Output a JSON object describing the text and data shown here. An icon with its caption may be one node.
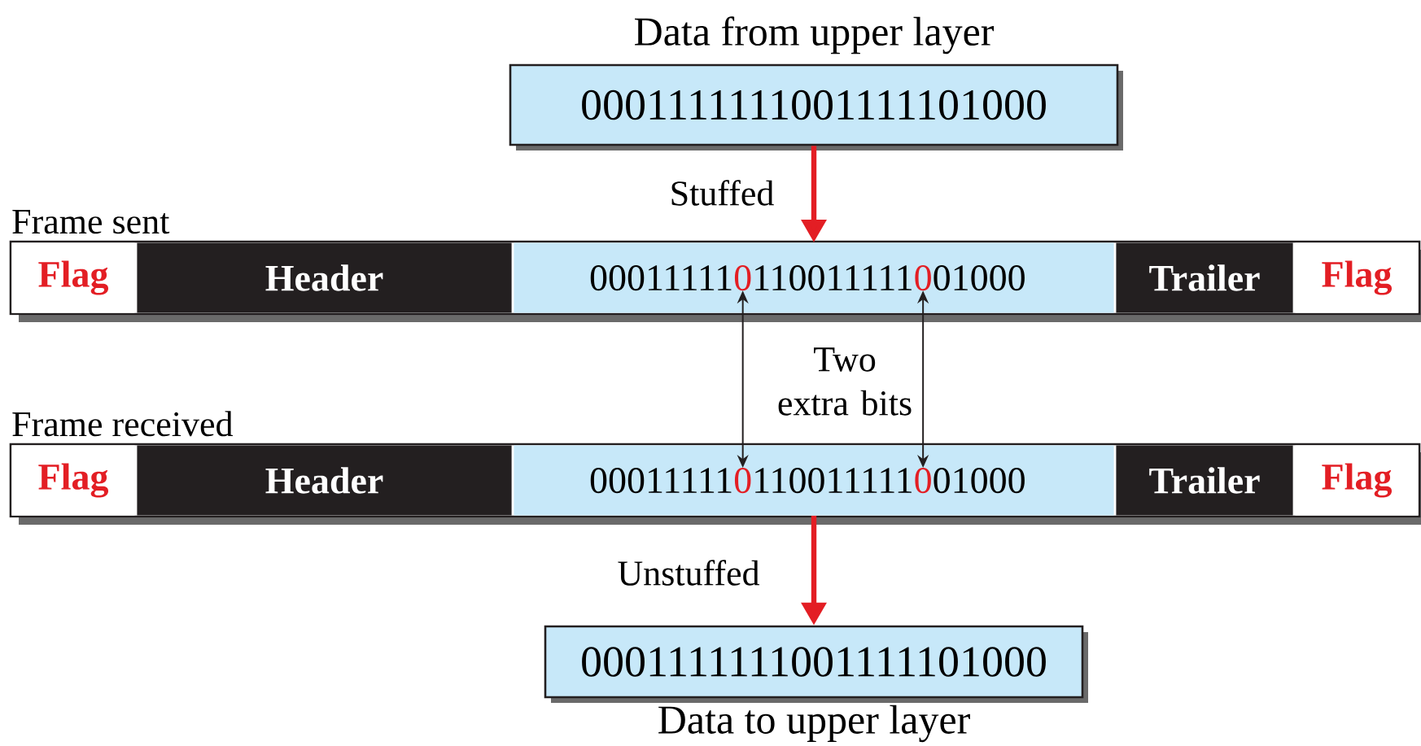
{
  "diagram": {
    "nodes": [
      {
        "text": [
          "0001111111001111101000"
        ],
        "beside": [
          "Data from upper layer"
        ]
      },
      {
        "text": [
          "Frame sent"
        ]
      },
      {
        "text": [
          "Flag"
        ],
        "in": 1
      },
      {
        "text": [
          "Header"
        ],
        "in": 1
      },
      {
        "text": [
          "00011111",
          "110011111",
          "01000"
        ],
        "in": 1
      },
      {
        "text": [
          "0"
        ],
        "in": 4
      },
      {
        "text": [
          "0"
        ],
        "in": 4
      },
      {
        "text": [
          "Trailer"
        ],
        "in": 1
      },
      {
        "text": [
          "Flag"
        ],
        "in": 1
      },
      {
        "text": [
          "Frame received"
        ]
      },
      {
        "text": [
          "Flag"
        ],
        "in": 9
      },
      {
        "text": [
          "Header"
        ],
        "in": 9
      },
      {
        "text": [
          "00011111",
          "110011111",
          "01000"
        ],
        "in": 9
      },
      {
        "text": [
          "0"
        ],
        "in": 12
      },
      {
        "text": [
          "0"
        ],
        "in": 12
      },
      {
        "text": [
          "Trailer"
        ],
        "in": 9
      },
      {
        "text": [
          "Flag"
        ],
        "in": 9
      },
      {
        "text": [
          "0001111111001111101000"
        ],
        "beside": [
          "Data to upper layer"
        ]
      }
    ],
    "edges": [
      {
        "from": 0,
        "to": 4,
        "arrow": "to",
        "label": "Stuffed",
        "style": "thick",
        "color": "#e31e24"
      },
      {
        "from": 5,
        "to": 13,
        "arrow": "both",
        "color": "#231f20"
      },
      {
        "from": 6,
        "to": 14,
        "arrow": "both",
        "color": "#231f20"
      },
      {
        "from": 12,
        "to": 17,
        "arrow": "to",
        "label": "Unstuffed",
        "style": "thick",
        "color": "#e31e24"
      }
    ],
    "labels": [
      "Two extra bits"
    ]
  }
}
